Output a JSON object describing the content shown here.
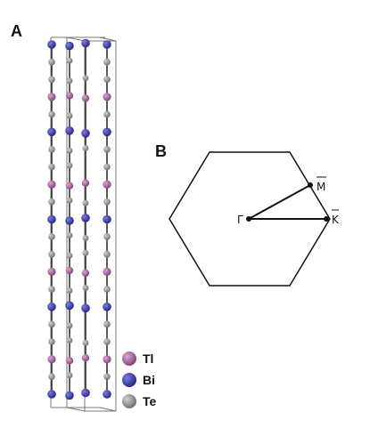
{
  "panels": {
    "a_label": "A",
    "b_label": "B"
  },
  "legend": [
    {
      "element": "Tl",
      "color": "#8e4f86"
    },
    {
      "element": "Bi",
      "color": "#2f2f9c"
    },
    {
      "element": "Te",
      "color": "#7d7d73"
    }
  ],
  "brillouin_zone": {
    "points": [
      {
        "label": "Γ"
      },
      {
        "label": "M"
      },
      {
        "label": "K"
      }
    ]
  },
  "structure": {
    "stack_sequence": [
      "Bi",
      "Te",
      "Te",
      "Tl",
      "Te",
      "Bi",
      "Te",
      "Te",
      "Tl",
      "Te",
      "Bi",
      "Te",
      "Te",
      "Tl",
      "Te",
      "Bi",
      "Te",
      "Te",
      "Tl",
      "Te",
      "Bi"
    ]
  }
}
